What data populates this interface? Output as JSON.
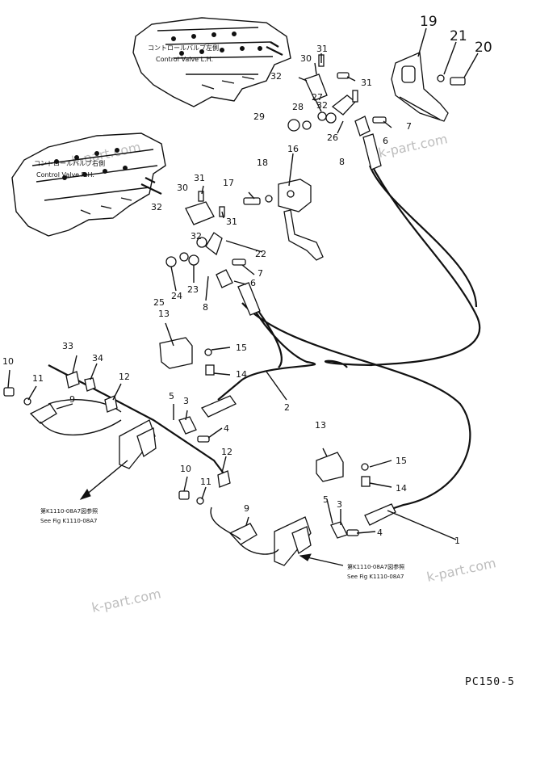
{
  "labels": {
    "valve_ln_jp": "コントロールバルブ左側",
    "valve_ln_en": "Control Valve L.H.",
    "valve_rh_jp": "コントロールバルブ右側",
    "valve_rh_en": "Control Valve R.H.",
    "ref_left_jp": "第K1110-08A7図参照",
    "ref_left_en": "See Fig K1110-08A7",
    "ref_right_jp": "第K1110-08A7図参照",
    "ref_right_en": "See Fig K1110-08A7",
    "drawing_code": "PC150-5",
    "watermark": "k-part.com"
  },
  "part_numbers": {
    "n1": "1",
    "n2": "2",
    "n3": "3",
    "n3b": "3",
    "n4": "4",
    "n4b": "4",
    "n5": "5",
    "n5b": "5",
    "n6": "6",
    "n6b": "6",
    "n7": "7",
    "n7b": "7",
    "n8": "8",
    "n8b": "8",
    "n9": "9",
    "n9b": "9",
    "n10": "10",
    "n10b": "10",
    "n11": "11",
    "n11b": "11",
    "n12": "12",
    "n12b": "12",
    "n13": "13",
    "n13b": "13",
    "n14": "14",
    "n14b": "14",
    "n15": "15",
    "n15b": "15",
    "n16": "16",
    "n17": "17",
    "n18": "18",
    "n19": "19",
    "n20": "20",
    "n21": "21",
    "n22": "22",
    "n23": "23",
    "n24": "24",
    "n25": "25",
    "n26": "26",
    "n27": "27",
    "n28": "28",
    "n29": "29",
    "n30": "30",
    "n30b": "30",
    "n31a": "31",
    "n31b": "31",
    "n31c": "31",
    "n31d": "31",
    "n32a": "32",
    "n32b": "32",
    "n32c": "32",
    "n32d": "32",
    "n33": "33",
    "n34": "34"
  }
}
